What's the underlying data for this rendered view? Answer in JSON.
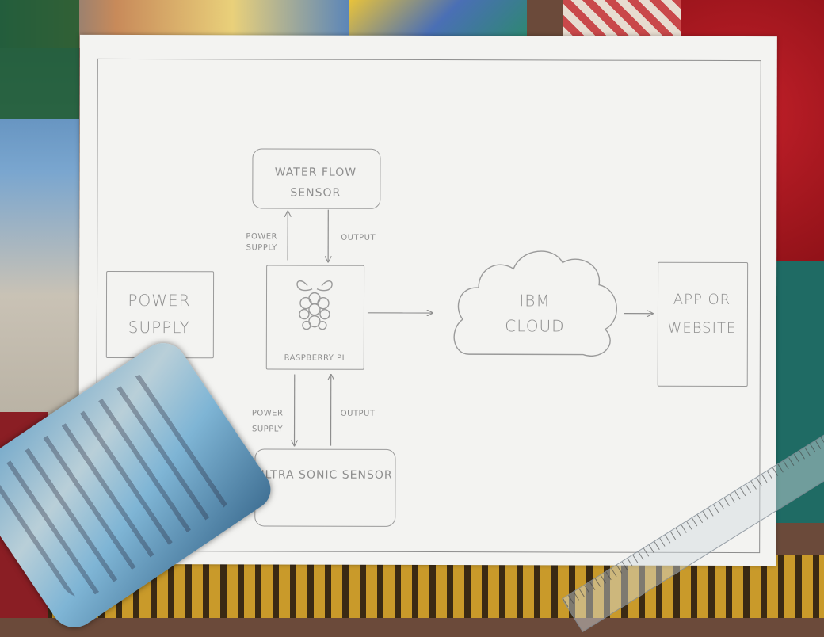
{
  "diagram": {
    "nodes": {
      "water_flow_sensor": "WATER FLOW SENSOR",
      "power_supply": "POWER SUPPLY",
      "raspberry_pi": "RASPBERRY PI",
      "ibm_cloud": "IBM CLOUD",
      "app_or_website": "APP OR WEBSITE",
      "ultra_sonic_sensor": "ULTRA SONIC SENSOR"
    },
    "edge_labels": {
      "top_power_supply": "POWER SUPPLY",
      "top_output": "OUTPUT",
      "bottom_power_supply": "POWER SUPPLY",
      "bottom_output": "OUTPUT"
    },
    "edges": [
      {
        "from": "raspberry_pi",
        "to": "water_flow_sensor",
        "label": "POWER SUPPLY"
      },
      {
        "from": "water_flow_sensor",
        "to": "raspberry_pi",
        "label": "OUTPUT"
      },
      {
        "from": "raspberry_pi",
        "to": "ultra_sonic_sensor",
        "label": "POWER SUPPLY"
      },
      {
        "from": "ultra_sonic_sensor",
        "to": "raspberry_pi",
        "label": "OUTPUT"
      },
      {
        "from": "raspberry_pi",
        "to": "ibm_cloud",
        "label": ""
      },
      {
        "from": "ibm_cloud",
        "to": "app_or_website",
        "label": ""
      }
    ]
  },
  "colors": {
    "paper": "#f3f3f1",
    "pencil": "#8e8e8e"
  }
}
